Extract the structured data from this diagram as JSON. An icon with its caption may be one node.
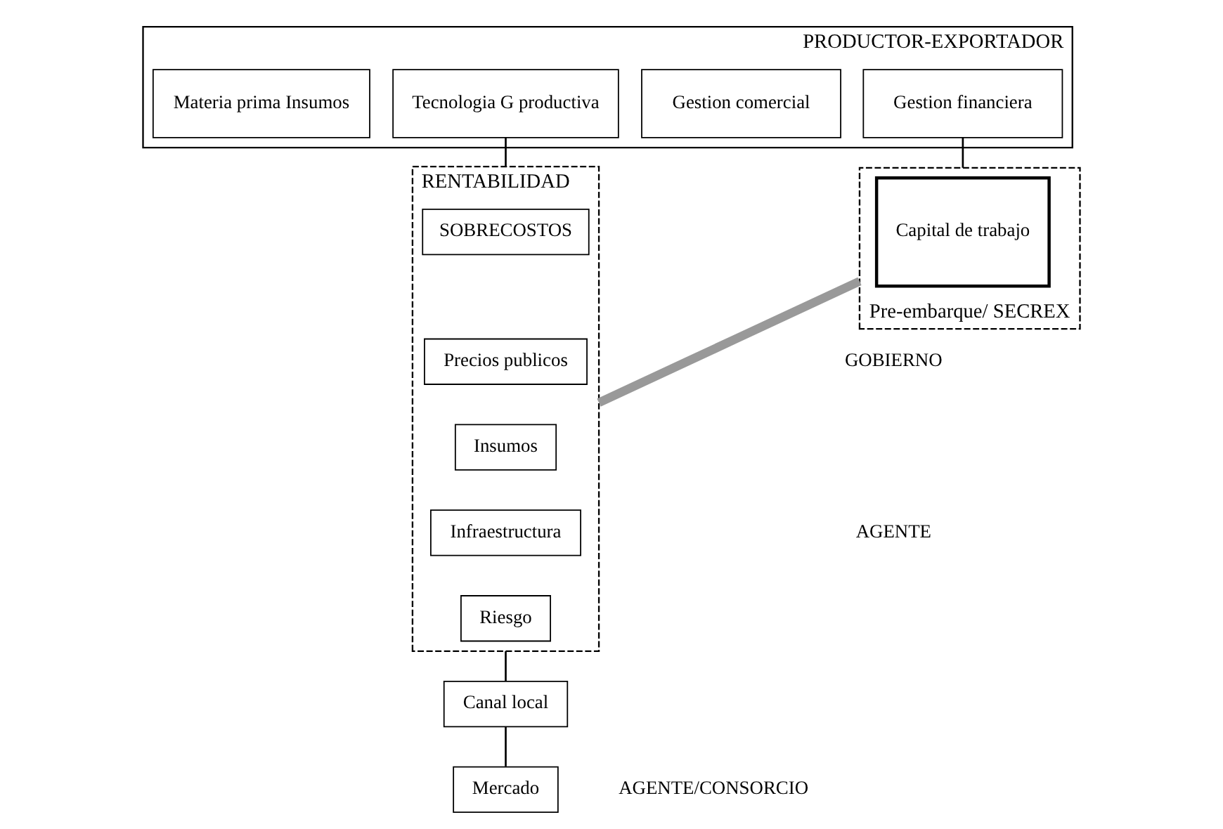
{
  "diagram": {
    "nodes": [
      {
        "text": [
          "PRODUCTOR-EXPORTADOR"
        ]
      },
      {
        "text": [
          "Materia prima Insumos"
        ],
        "in": 0
      },
      {
        "text": [
          "Tecnologia G productiva"
        ],
        "in": 0
      },
      {
        "text": [
          "Gestion comercial"
        ],
        "in": 0
      },
      {
        "text": [
          "Gestion financiera"
        ],
        "in": 0
      },
      {
        "text": [
          "RENTABILIDAD"
        ]
      },
      {
        "text": [
          "SOBRECOSTOS"
        ],
        "in": 5
      },
      {
        "text": [
          "Precios publicos"
        ],
        "in": 5
      },
      {
        "text": [
          "Insumos"
        ],
        "in": 5
      },
      {
        "text": [
          "Infraestructura"
        ],
        "in": 5
      },
      {
        "text": [
          "Riesgo"
        ],
        "in": 5
      },
      {
        "text": [
          "Pre-embarque/ SECREX"
        ]
      },
      {
        "text": [
          "Capital de trabajo"
        ],
        "in": 11
      },
      {
        "text": [
          "Canal local"
        ]
      },
      {
        "text": [
          "Mercado"
        ],
        "beside": [
          "AGENTE/CONSORCIO"
        ]
      }
    ],
    "edges": [
      {
        "from": 2,
        "to": 5,
        "arrow": "none"
      },
      {
        "from": 4,
        "to": 11,
        "arrow": "none"
      },
      {
        "from": 5,
        "to": 11,
        "arrow": "none",
        "style": "thick",
        "color": "#999999"
      },
      {
        "from": 5,
        "to": 13,
        "arrow": "none"
      },
      {
        "from": 13,
        "to": 14,
        "arrow": "none"
      }
    ],
    "labels": [
      "GOBIERNO",
      "AGENTE"
    ]
  }
}
